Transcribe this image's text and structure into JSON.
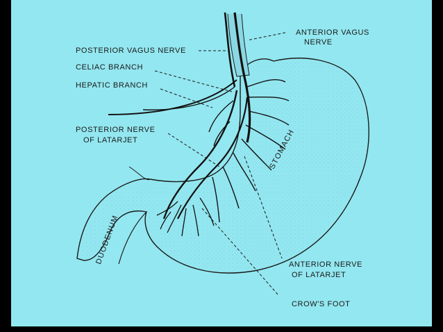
{
  "labels": {
    "anterior_vagus_1": "ANTERIOR VAGUS",
    "anterior_vagus_2": "NERVE",
    "posterior_vagus": "POSTERIOR VAGUS NERVE",
    "celiac_branch": "CELIAC BRANCH",
    "hepatic_branch": "HEPATIC BRANCH",
    "posterior_latarjet_1": "POSTERIOR NERVE",
    "posterior_latarjet_2": "OF LATARJET",
    "stomach": "STOMACH",
    "duodenum": "DUODENUM",
    "anterior_latarjet_1": "ANTERIOR NERVE",
    "anterior_latarjet_2": "OF LATARJET",
    "crows_foot": "CROW'S FOOT"
  },
  "colors": {
    "background": "#93e7f0",
    "ink": "#1a1a1a",
    "frame": "#000000"
  }
}
